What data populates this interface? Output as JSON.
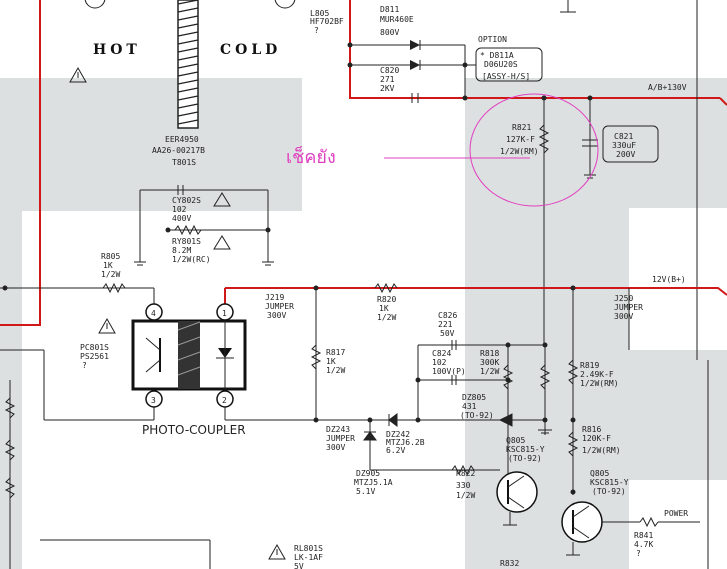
{
  "labels": {
    "hot": "HOT",
    "cold": "COLD",
    "power": "POWER"
  },
  "annotation": {
    "text": "เช็คยัง"
  },
  "option": {
    "label": "OPTION",
    "line1": "* D811A",
    "line2": "D06U20S",
    "line3": "[ASSY-H/S]"
  },
  "rails": {
    "ab": "A/B+130V",
    "v12": "12V(B+)"
  },
  "coupler": {
    "label": "PHOTO-COUPLER",
    "ref": "PC801S",
    "part": "PS2561",
    "mark": "?",
    "pin1": "1",
    "pin2": "2",
    "pin3": "3",
    "pin4": "4"
  },
  "components": {
    "transformer": {
      "part": "EER4950",
      "code": "AA26-00217B",
      "ref": "T801S"
    },
    "cy": {
      "ref": "CY802S",
      "value": "102",
      "volt": "400V"
    },
    "ry": {
      "ref": "RY801S",
      "value": "8.2M",
      "rating": "1/2W(RC)"
    },
    "l805": {
      "ref": "L805",
      "value": "HF702BF",
      "mark": "?"
    },
    "d811": {
      "ref": "D811",
      "value": "MUR460E",
      "volt": "800V"
    },
    "c820": {
      "ref": "C820",
      "value": "271",
      "volt": "2KV"
    },
    "r821": {
      "ref": "R821",
      "value": "127K-F",
      "rating": "1/2W(RM)"
    },
    "c821": {
      "ref": "C821",
      "value": "330uF",
      "volt": "200V"
    },
    "r805": {
      "ref": "R805",
      "value": "1K",
      "rating": "1/2W"
    },
    "j219": {
      "ref": "J219",
      "type": "JUMPER",
      "volt": "300V"
    },
    "r820": {
      "ref": "R820",
      "value": "1K",
      "rating": "1/2W"
    },
    "r817": {
      "ref": "R817",
      "value": "1K",
      "rating": "1/2W"
    },
    "c826": {
      "ref": "C826",
      "value": "221",
      "volt": "50V"
    },
    "c824": {
      "ref": "C824",
      "value": "102",
      "volt": "100V(P)"
    },
    "r818": {
      "ref": "R818",
      "value": "300K",
      "rating": "1/2W"
    },
    "d2805": {
      "ref": "DZ805",
      "value": "431",
      "pkg": "(TO-92)"
    },
    "dz243": {
      "ref": "DZ243",
      "type": "JUMPER",
      "volt": "300V"
    },
    "dz242": {
      "ref": "DZ242",
      "value": "MTZJ6.2B",
      "volt": "6.2V"
    },
    "dz905": {
      "ref": "DZ905",
      "value": "MTZJ5.1A",
      "volt": "5.1V"
    },
    "r822": {
      "ref": "R822",
      "value": "330",
      "rating": "1/2W"
    },
    "q805a": {
      "ref": "Q805",
      "part": "KSC815-Y",
      "pkg": "(TO-92)"
    },
    "r819": {
      "ref": "R819",
      "value": "2.49K-F",
      "rating": "1/2W(RM)"
    },
    "r816": {
      "ref": "R816",
      "value": "120K-F",
      "rating": "1/2W(RM)"
    },
    "q805b": {
      "ref": "Q805",
      "part": "KSC815-Y",
      "pkg": "(TO-92)"
    },
    "j250": {
      "ref": "J250",
      "type": "JUMPER",
      "volt": "300V"
    },
    "r841": {
      "ref": "R841",
      "value": "4.7K",
      "mark": "?"
    },
    "r832": {
      "ref": "R832"
    },
    "rl801": {
      "ref": "RL801S",
      "part": "LK-1AF",
      "volt": "5V"
    }
  }
}
